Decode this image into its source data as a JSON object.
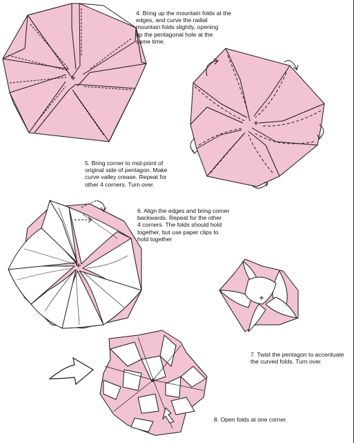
{
  "steps": [
    {
      "number": "4.",
      "text": "Bring up the mountain folds at the\nedges, and curve the  radial\nmountain folds slightly, opening\nup the pentagonal hole at the\nsame time."
    },
    {
      "number": "5.",
      "text": "Bring corner to mid-point of\noriginal side of pentagon. Make\ncurve valley crease. Repeat for\nother 4 corners. Turn over."
    },
    {
      "number": "6.",
      "text": "Align the edges and bring corner\nbackwards. Repeat for the other\n4 corners. The folds should hold\ntogether, but use paper clips to\nhold together"
    },
    {
      "number": "7.",
      "text": "Twist the pentagon to accentuate\nthe curved folds. Turn over."
    },
    {
      "number": "8.",
      "text": "Open folds at one corner."
    }
  ],
  "colors": {
    "paper_pink": "#f2c3d2",
    "paper_white": "#ffffff",
    "line": "#1a1a1a"
  },
  "icons": [
    "fold-arrow-icon",
    "turn-over-arrow-icon",
    "open-arrow-icon",
    "center-cross-icon"
  ]
}
